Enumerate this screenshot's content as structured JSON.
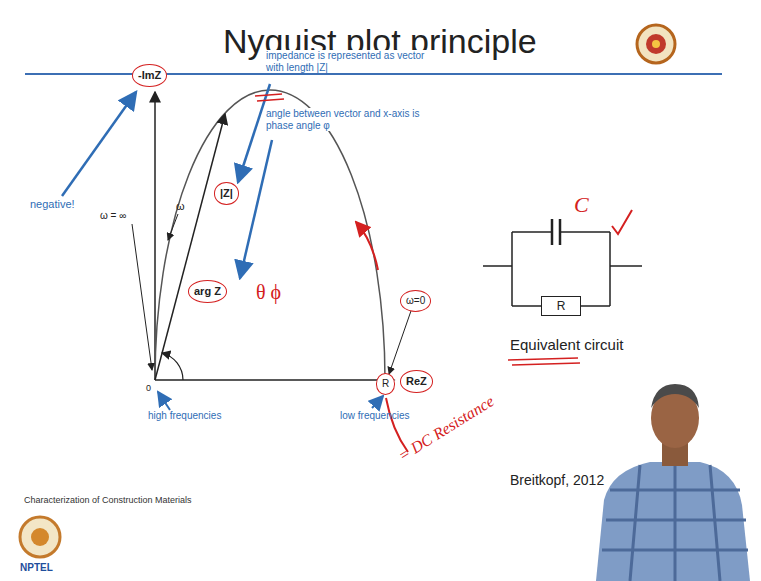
{
  "diagram": {
    "title": "Nyquist plot principle",
    "nodes": [
      {
        "text": [
          "R"
        ]
      }
    ],
    "labels": [
      "-ImZ",
      "negative!",
      "ω",
      "ω = ∞",
      "impedance is represented as vector with length |Z|",
      "angle between vector and x-axis is phase angle φ",
      "|Z|",
      "arg Z",
      "θ ϕ",
      "ω=0",
      "0",
      "R",
      "ReZ",
      "high frequencies",
      "low frequencies",
      "= DC Resistance",
      "C",
      "Equivalent circuit",
      "Breitkopf, 2012",
      "Characterization of Construction Materials",
      "NPTEL"
    ]
  }
}
